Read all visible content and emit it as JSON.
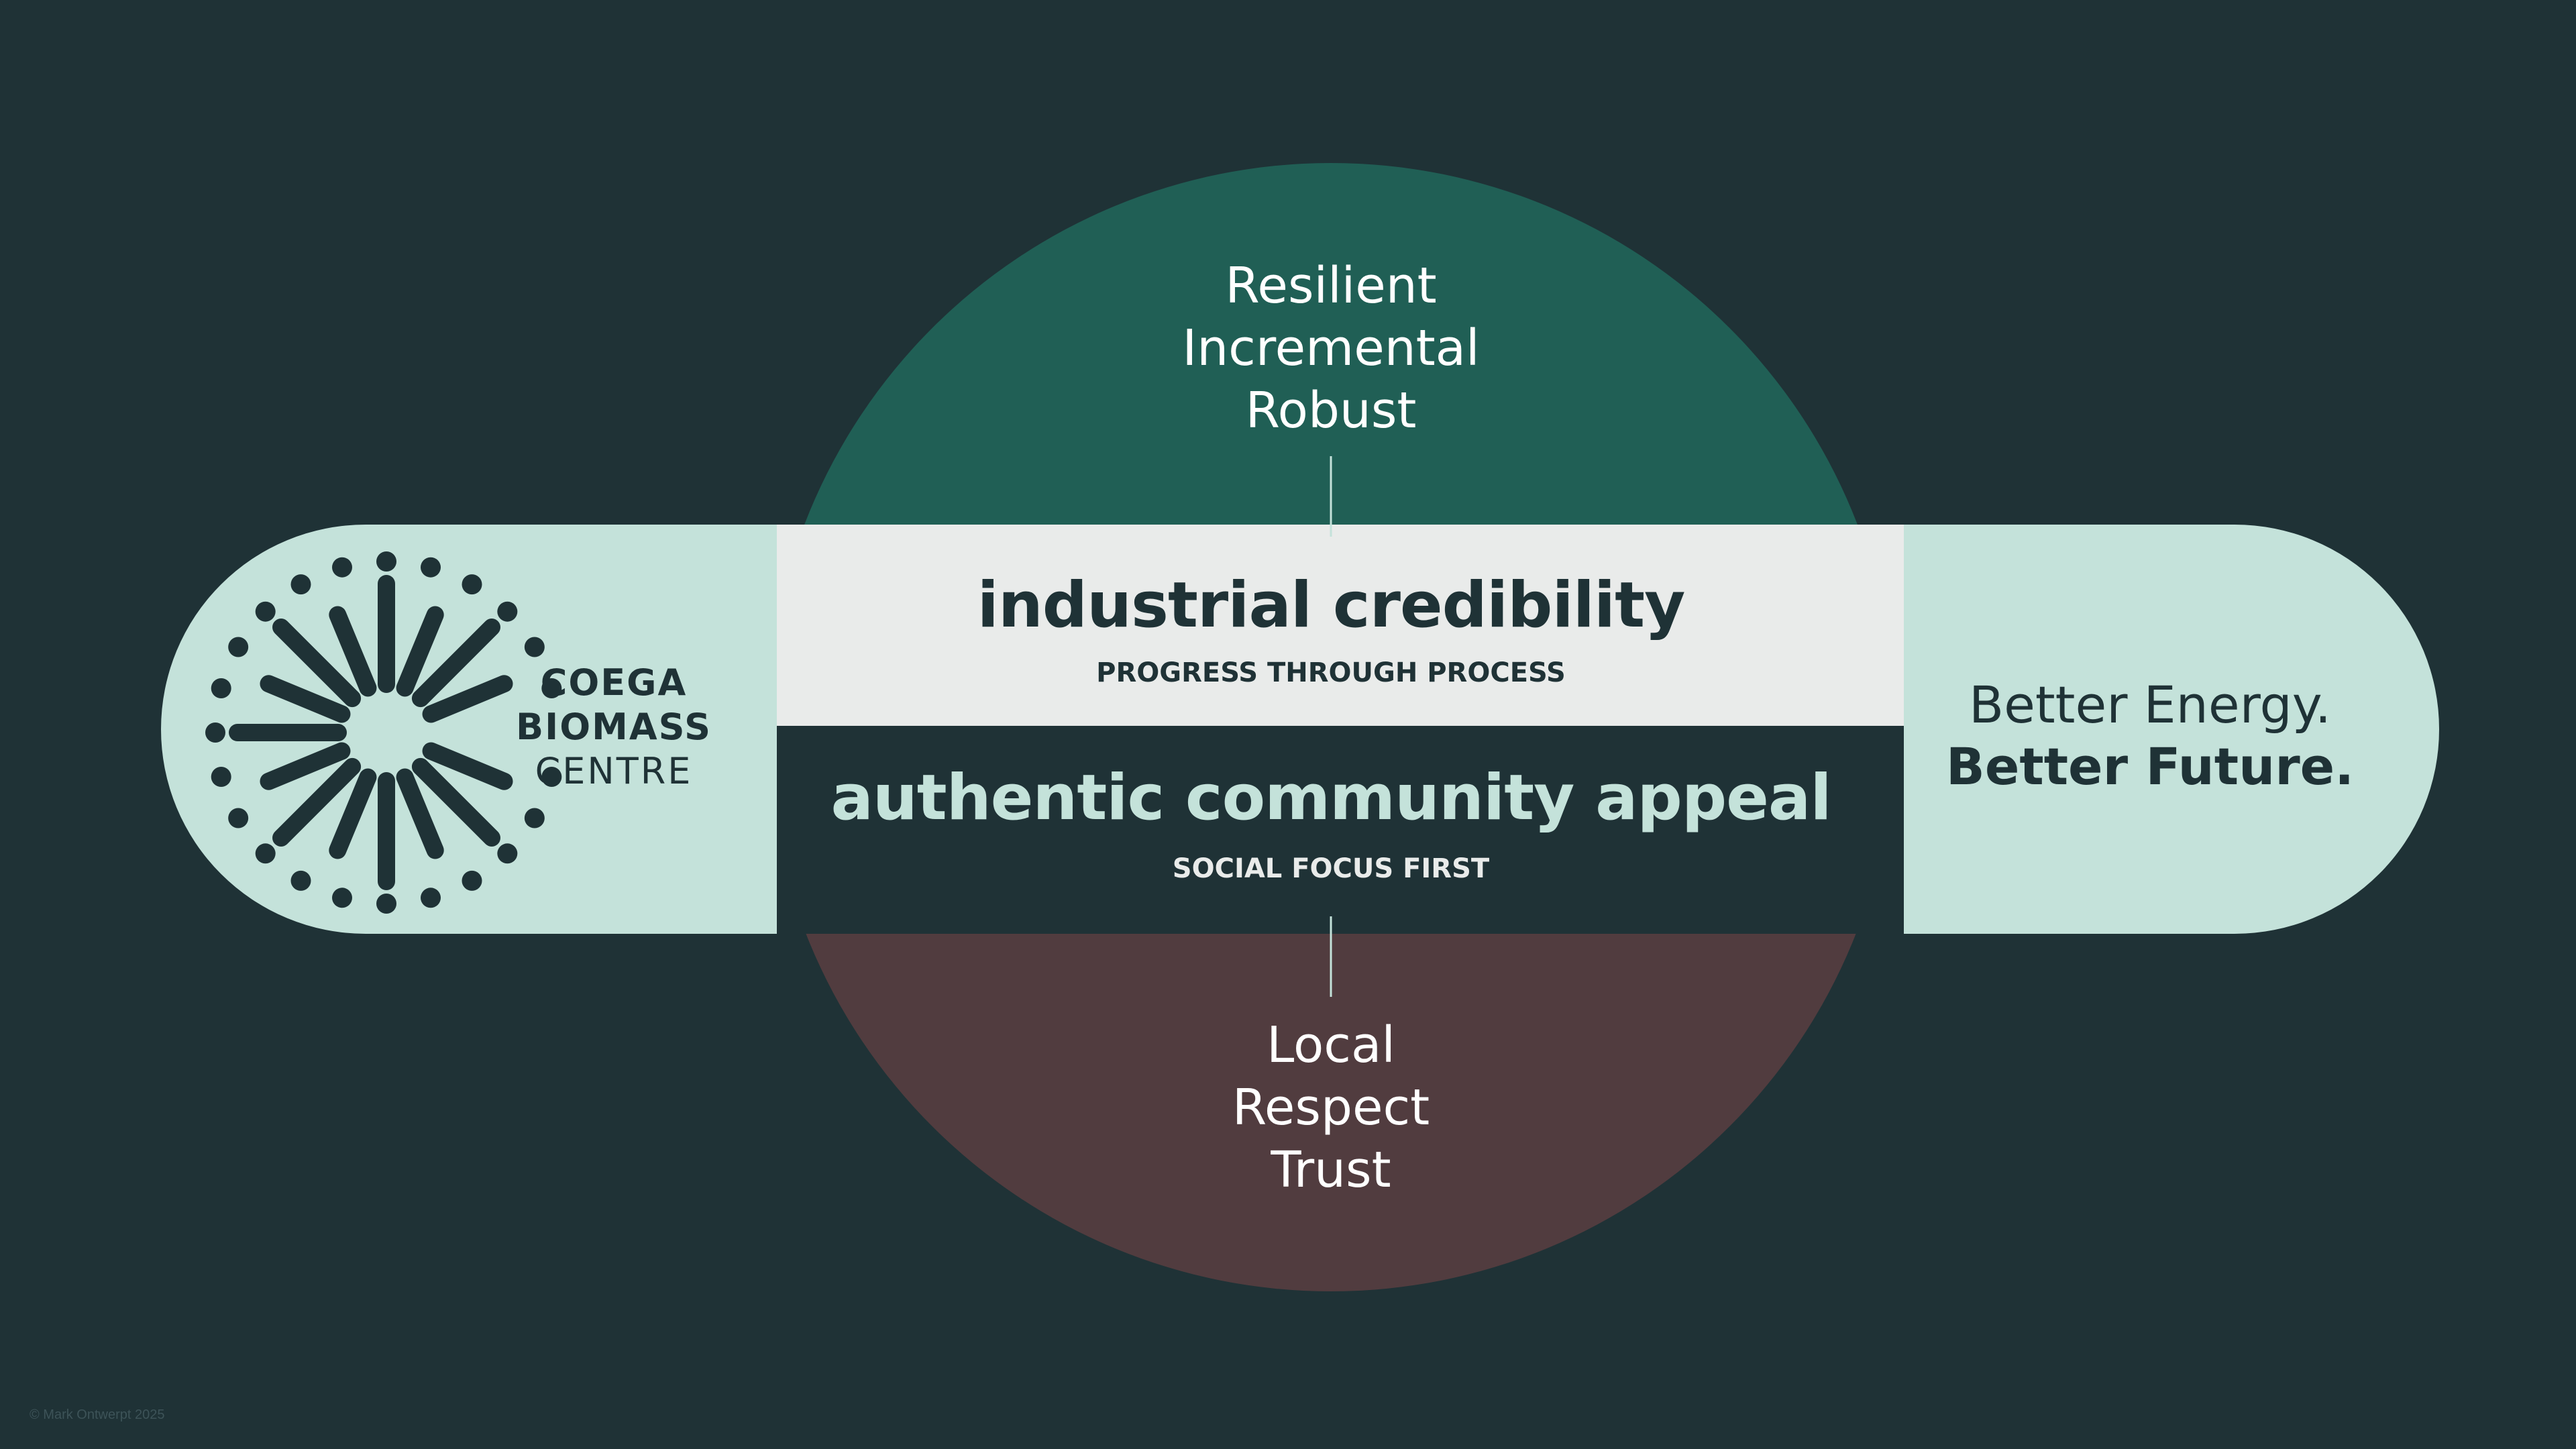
{
  "colors": {
    "background": "#1f3236",
    "pill": "#c4e2da",
    "top_circle": "#205f55",
    "bottom_circle": "#513c3f",
    "band_light": "#e9ebea",
    "band_dark": "#1f3236",
    "text_light": "#ffffff",
    "text_dark": "#1f3236",
    "text_mint": "#c4e2da"
  },
  "logo": {
    "icon": "sunburst-c-icon",
    "line1": "COEGA",
    "line2": "BIOMASS",
    "line3": "CENTRE"
  },
  "top_words": [
    "Resilient",
    "Incremental",
    "Robust"
  ],
  "band_top": {
    "title": "industrial credibility",
    "subtitle": "PROGRESS THROUGH PROCESS"
  },
  "band_bottom": {
    "title": "authentic community appeal",
    "subtitle": "SOCIAL FOCUS FIRST"
  },
  "bottom_words": [
    "Local",
    "Respect",
    "Trust"
  ],
  "tagline": {
    "line1": "Better Energy.",
    "line2": "Better Future."
  },
  "copyright": "© Mark Ontwerpt 2025"
}
